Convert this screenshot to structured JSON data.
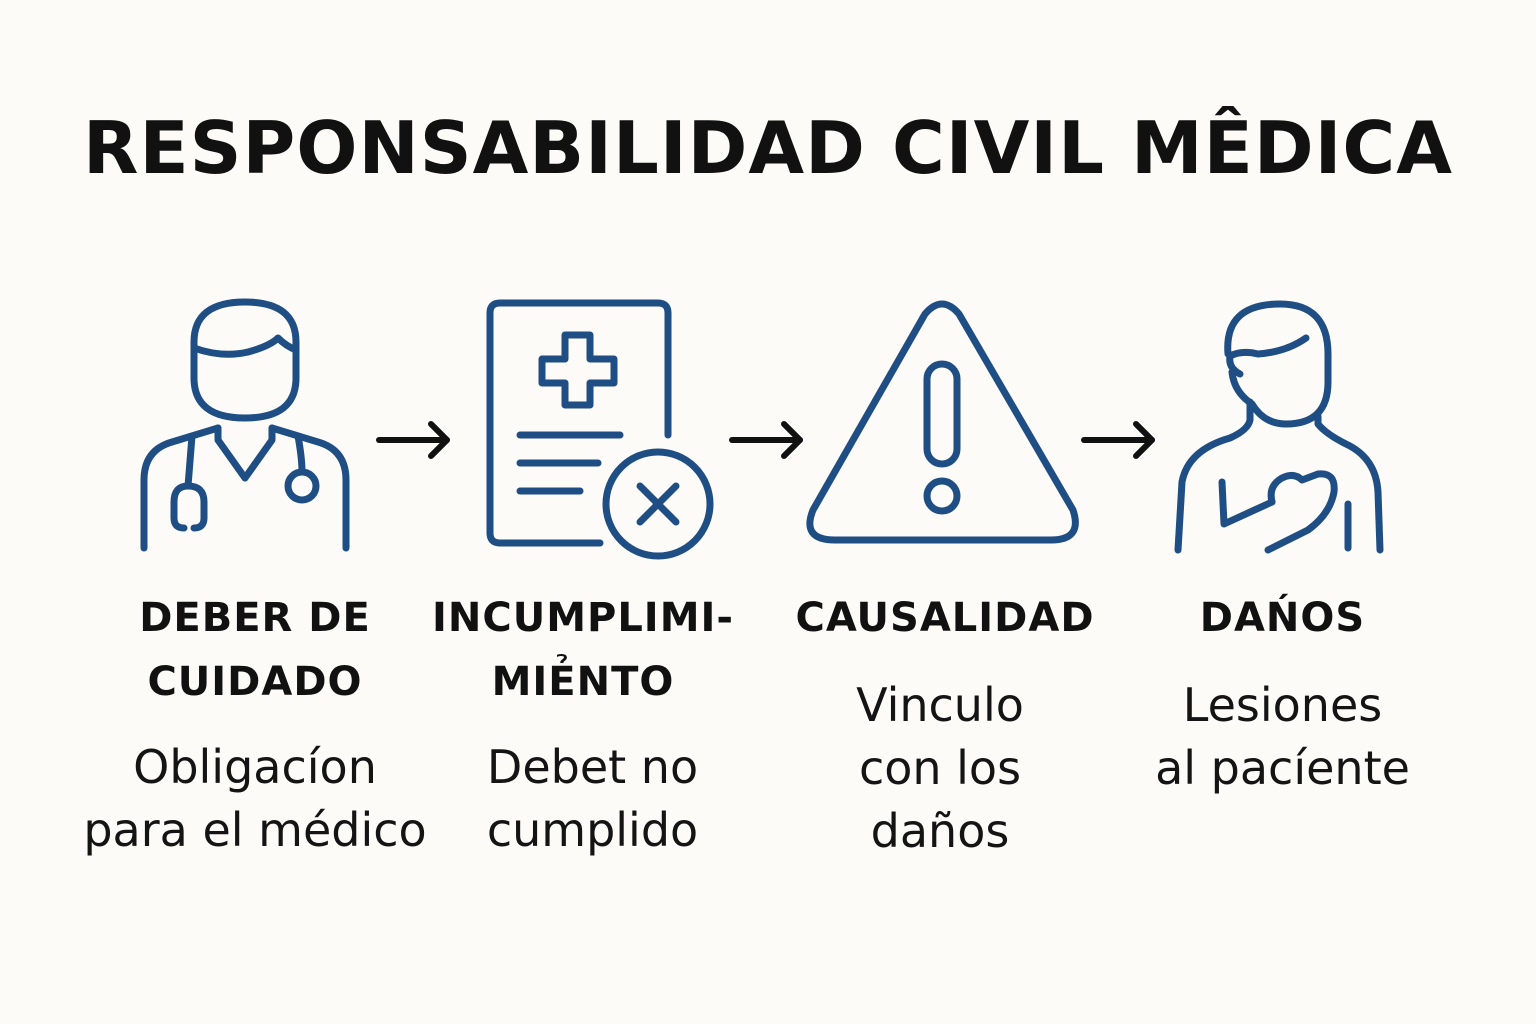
{
  "title": "RESPONSABILIDAD CIVIL MÊDICA",
  "colors": {
    "icon_stroke": "#1f4e85",
    "text": "#111111",
    "background": "#fcfbf8"
  },
  "steps": [
    {
      "icon": "doctor-with-stethoscope-icon",
      "title_lines": [
        "DEBER DE",
        "CUIDADO"
      ],
      "desc_lines": [
        "Obligacíon",
        "para el médico"
      ]
    },
    {
      "icon": "medical-document-rejected-icon",
      "title_lines": [
        "INCUMPLIMI-",
        "MIẺNTO"
      ],
      "desc_lines": [
        "Debet no",
        "cumplido"
      ]
    },
    {
      "icon": "warning-triangle-icon",
      "title_lines": [
        "CAUSALIDAD"
      ],
      "desc_lines": [
        "Vinculo",
        "con los",
        "daños"
      ]
    },
    {
      "icon": "injured-patient-icon",
      "title_lines": [
        "DAŃOS"
      ],
      "desc_lines": [
        "Lesiones",
        "al pacíente"
      ]
    }
  ]
}
